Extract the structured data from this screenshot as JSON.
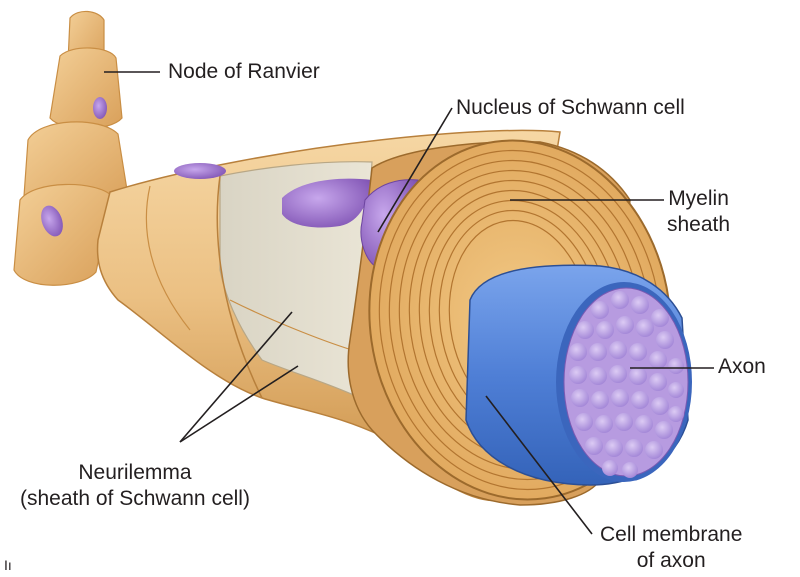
{
  "labels": {
    "node_of_ranvier": "Node of Ranvier",
    "nucleus_of_schwann_cell": "Nucleus of Schwann cell",
    "myelin_sheath": {
      "line1": "Myelin",
      "line2": "sheath"
    },
    "axon": "Axon",
    "neurilemma": {
      "line1": "Neurilemma",
      "line2": "(sheath of Schwann cell)"
    },
    "cell_membrane_of_axon": {
      "line1": "Cell membrane",
      "line2": "of axon"
    },
    "corner_mark": "Iı"
  },
  "colors": {
    "sheath_tan": "#e8b978",
    "sheath_shadow": "#c98e44",
    "myelin_rings": "#b27530",
    "nucleus_purple": "#9a6fc7",
    "axon_membrane_blue": "#4f7fd6",
    "axon_fibers_lilac": "#b79be0",
    "leader_lines": "#231f20"
  }
}
